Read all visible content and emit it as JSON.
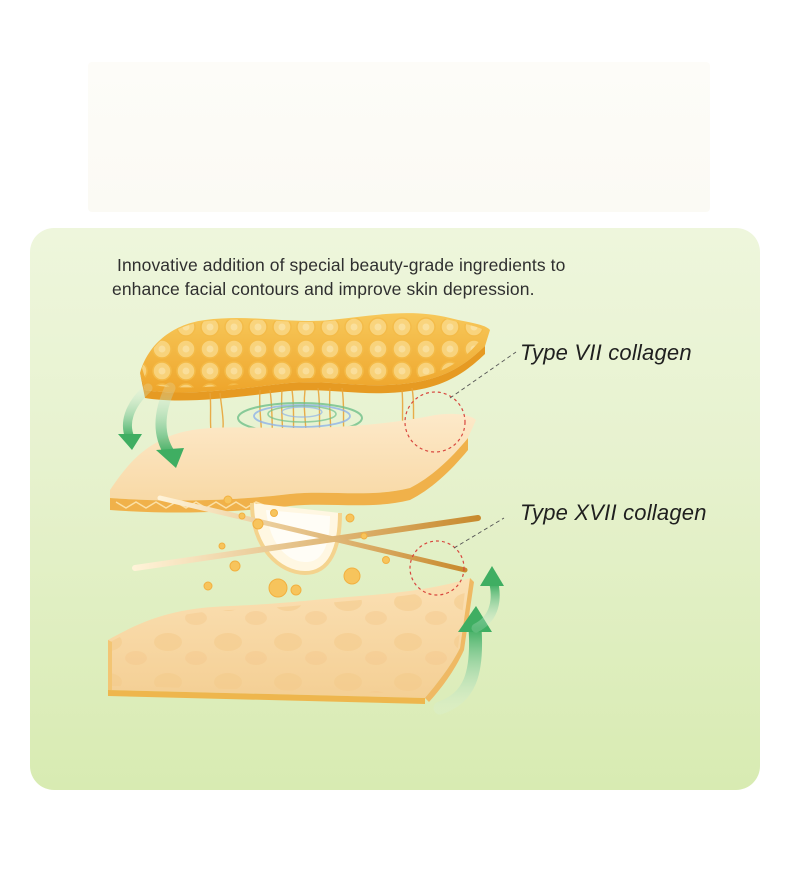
{
  "headline": {
    "line1": "Innovative addition of special beauty-grade ingredients to",
    "line2": "enhance facial contours and improve skin depression."
  },
  "labels": {
    "type_vii": "Type VII collagen",
    "type_xvii": "Type XVII collagen"
  },
  "colors": {
    "panel_top": "#eef6dc",
    "panel_bottom": "#d8ebb2",
    "layer_gold": "#f2b73e",
    "layer_cream": "#fbe7c3",
    "arrow_green": "#4caf68",
    "highlight_ring": "#d8473e"
  }
}
